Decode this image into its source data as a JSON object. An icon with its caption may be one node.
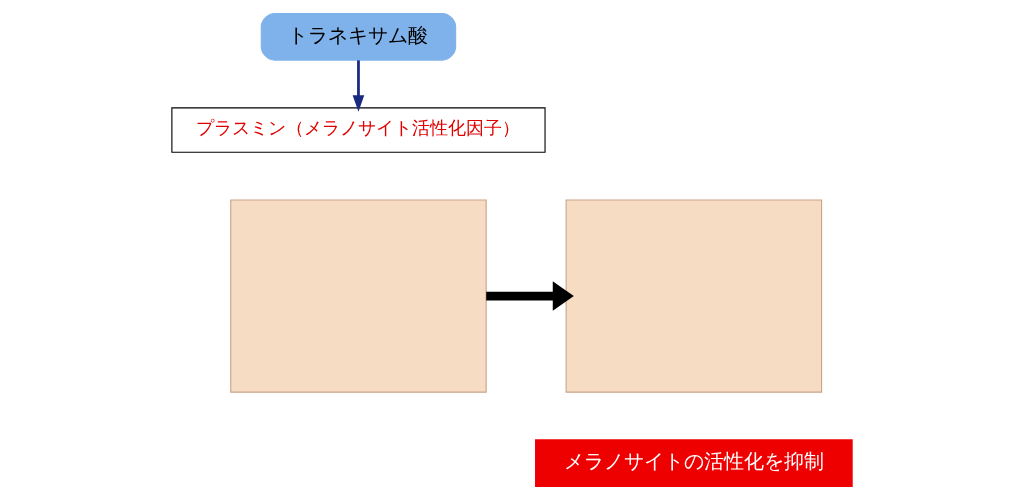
{
  "diagram": {
    "nodes": [
      {
        "text": [
          "トラネキサム酸"
        ]
      },
      {
        "text": [
          "プラスミン（メラノサイト活性化因子）"
        ]
      },
      {
        "text": [],
        "shape": "box"
      },
      {
        "text": [],
        "shape": "box"
      },
      {
        "text": [
          "メラノサイトの活性化を抑制"
        ]
      }
    ],
    "edges": [
      {
        "from": 0,
        "to": 1,
        "arrow": "to",
        "color": "#1a2a80"
      },
      {
        "from": 2,
        "to": 3,
        "arrow": "to",
        "style": "thick",
        "color": "#000000"
      }
    ]
  }
}
